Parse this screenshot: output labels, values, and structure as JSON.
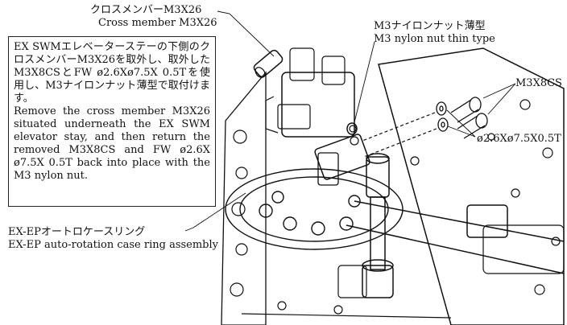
{
  "labels": {
    "cross_member": {
      "jp": "クロスメンバーM3X26",
      "en": "Cross member M3X26"
    },
    "nylon_nut": {
      "jp": "M3ナイロンナット薄型",
      "en": "M3 nylon nut thin type"
    },
    "screw": {
      "text": "M3X8CS"
    },
    "washer": {
      "text": "ø2.6Xø7.5X0.5T"
    },
    "case_ring": {
      "jp": "EX-EPオートロケースリング",
      "en": "EX-EP auto-rotation case ring assembly"
    }
  },
  "instruction_box": {
    "jp": "EX SWMエレベーターステーの下側のクロスメンバーM3X26を取外し、取外したM3X8CSとFW ø2.6Xø7.5X 0.5Tを使用し、M3ナイロンナット薄型で取付けます。",
    "en": "Remove the cross member M3X26 situated underneath the EX SWM elevator stay, and then return the removed M3X8CS and FW ø2.6X ø7.5X 0.5T back into place with the M3 nylon nut."
  }
}
